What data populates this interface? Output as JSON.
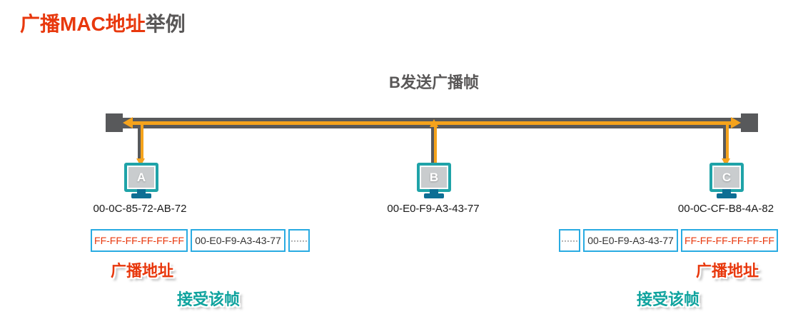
{
  "title": {
    "highlight": "广播MAC地址",
    "suffix": "举例"
  },
  "caption": "B发送广播帧",
  "hosts": [
    {
      "letter": "A",
      "mac": "00-0C-85-72-AB-72"
    },
    {
      "letter": "B",
      "mac": "00-E0-F9-A3-43-77"
    },
    {
      "letter": "C",
      "mac": "00-0C-CF-B8-4A-82"
    }
  ],
  "frames": {
    "left": {
      "cells": [
        {
          "text": "FF-FF-FF-FF-FF-FF"
        },
        {
          "text": "00-E0-F9-A3-43-77"
        },
        {
          "text": "······"
        }
      ]
    },
    "right": {
      "cells": [
        {
          "text": "······"
        },
        {
          "text": "00-E0-F9-A3-43-77"
        },
        {
          "text": "FF-FF-FF-FF-FF-FF"
        }
      ]
    }
  },
  "callouts": {
    "broadcast_left": "广播地址",
    "accept_left": "接受该帧",
    "broadcast_right": "广播地址",
    "accept_right": "接受该帧"
  },
  "icons": {
    "host": "computer-monitor-icon",
    "bus_end": "bus-terminator-block",
    "arrow": "orange-broadcast-arrow"
  },
  "colors": {
    "accentOrange": "#F5A31C",
    "busGray": "#58595B",
    "titleRed": "#E8380D",
    "textGray": "#595757",
    "hostTeal": "#1FA3A8",
    "hostStandBlue": "#0D6E94",
    "screenGray": "#C9CCCE",
    "frameBorderBlue": "#29ABE2",
    "calloutTeal": "#0FA39E"
  }
}
